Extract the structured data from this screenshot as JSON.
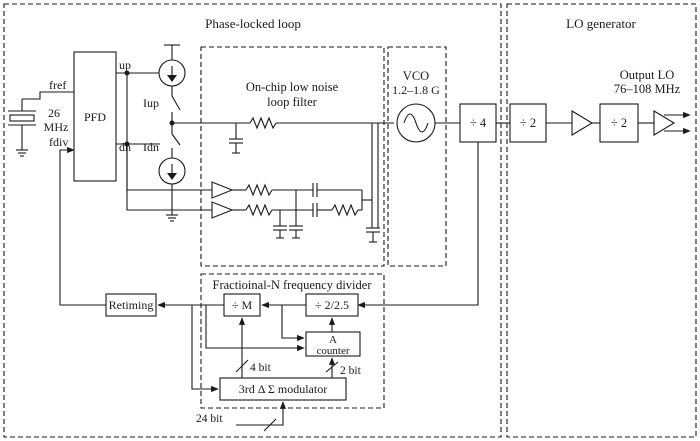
{
  "regions": {
    "pll_title": "Phase-locked loop",
    "lo_title": "LO generator",
    "loop_filter_title_1": "On-chip low noise",
    "loop_filter_title_2": "loop filter",
    "divider_title": "Fractioinal-N frequency divider"
  },
  "labels": {
    "fref": "fref",
    "fdiv": "fdiv",
    "crystal_1": "26",
    "crystal_2": "MHz",
    "pfd": "PFD",
    "up": "up",
    "dn": "dn",
    "iup": "Iup",
    "idn": "Idn",
    "vco_1": "VCO",
    "vco_2": "1.2–1.8 G",
    "div4": "÷ 4",
    "div2a": "÷ 2",
    "div2b": "÷ 2",
    "output_lo_1": "Output LO",
    "output_lo_2": "76–108 MHz",
    "retiming": "Retiming",
    "div_m": "÷ M",
    "div_225": "÷ 2/2.5",
    "counter_1": "A",
    "counter_2": "counter",
    "bit4": "4 bit",
    "bit2": "2 bit",
    "modulator": "3rd Δ Σ  modulator",
    "bit24": "24 bit"
  }
}
